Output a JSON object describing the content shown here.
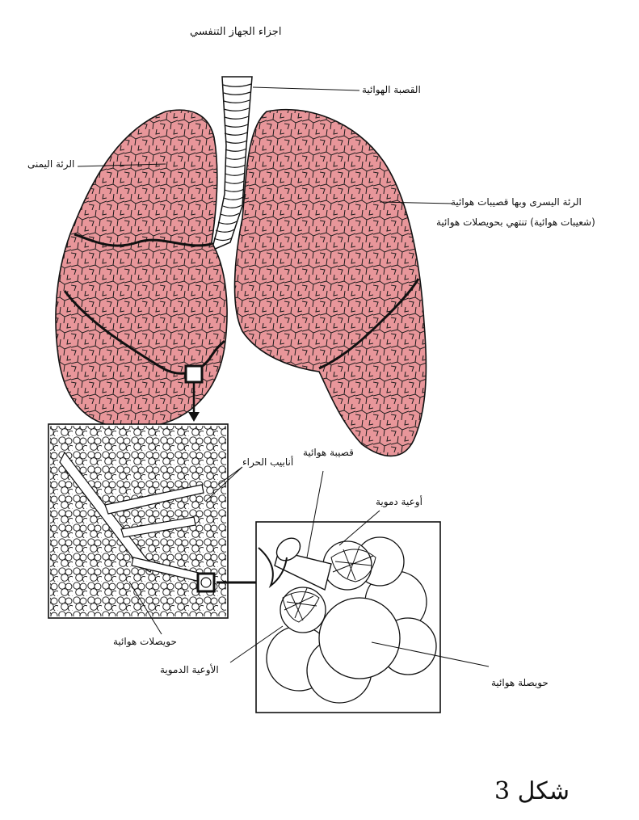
{
  "title": "اجزاء الجهاز التنفسي",
  "labels": {
    "trachea": "القصبة الهوائية",
    "right_lung": "الرئة اليمنى",
    "left_lung_line1": "الرئة اليسرى وبها قصيبات هوائية",
    "left_lung_line2": "(شعيبات هوائية) تنتهي بحويصلات هوائية",
    "bronchiole": "قصيبة هوائية",
    "tubes": "أنابيب الحراء",
    "blood_vessels": "أوعية دموية",
    "alveoli": "حويصلات هوائية",
    "blood_vessels_2": "الأوعية الدموية",
    "alveolus": "حويصلة هوائية"
  },
  "figure_number": "شكل 3",
  "colors": {
    "lung_fill": "#e8969a",
    "outline": "#111111",
    "paper": "#ffffff"
  }
}
